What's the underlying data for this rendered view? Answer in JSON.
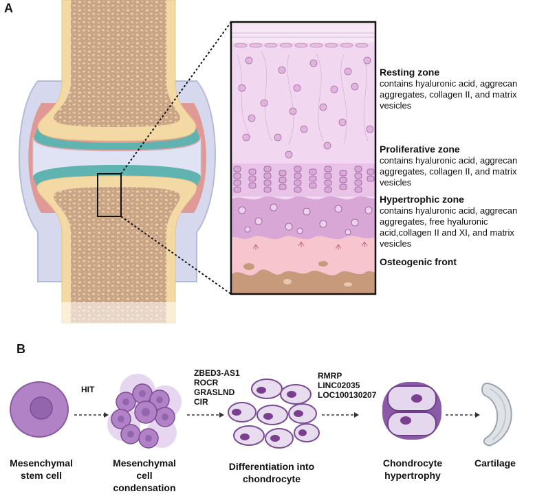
{
  "panels": {
    "a": "A",
    "b": "B"
  },
  "zones": [
    {
      "title": "Resting zone",
      "desc": "contains hyaluronic acid, aggrecan aggregates, collagen II, and matrix vesicles"
    },
    {
      "title": "Proliferative zone",
      "desc": "contains hyaluronic acid, aggrecan aggregates, collagen II, and matrix vesicles"
    },
    {
      "title": "Hypertrophic zone",
      "desc": "contains hyaluronic acid, aggrecan aggregates, free hyaluronic acid,collagen II and XI, and matrix vesicles"
    },
    {
      "title": "Osteogenic front",
      "desc": ""
    }
  ],
  "stages": [
    {
      "label": "Mesenchymal stem cell"
    },
    {
      "label": "Mesenchymal cell condensation"
    },
    {
      "label": "Differentiation into chondrocyte"
    },
    {
      "label": "Chondrocyte hypertrophy"
    },
    {
      "label": "Cartilage"
    }
  ],
  "factors": [
    {
      "text": "HIT"
    },
    {
      "text": "ZBED3-AS1\nROCR\nGRASLND\nCIR"
    },
    {
      "text": "RMRP\nLINC02035\nLOC100130207"
    }
  ],
  "colors": {
    "bone_outer": "#f3d9a4",
    "bone_spongy": "#c9a585",
    "synovium": "#e09a96",
    "cartilage_teal": "#5fb3b0",
    "joint_space": "#dfe3f3",
    "capsule": "#c9cde6",
    "resting_matrix": "#f1d8f0",
    "proliferative": "#e9c4e8",
    "hypertrophic": "#d8a7d6",
    "osteogenic": "#f6c5cd",
    "bone_brown": "#c69a7b",
    "cell_purple": "#a07bbd",
    "nucleus": "#7a3f8f",
    "stem_cell": "#b183c6"
  }
}
